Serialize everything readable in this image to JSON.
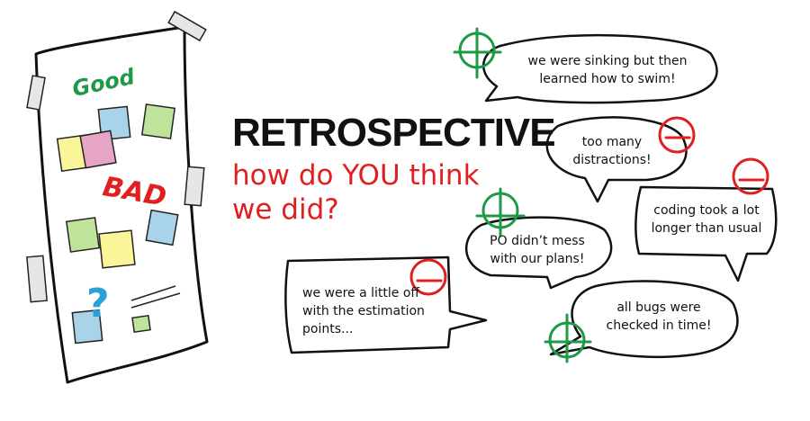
{
  "heading": {
    "title": "RETROSPECTIVE",
    "subtitle": "how do YOU think we did?"
  },
  "board": {
    "good_label": "Good",
    "bad_label": "BAD",
    "question_mark": "?"
  },
  "bubbles": [
    {
      "text": "we were sinking but then learned how to swim!",
      "sentiment": "plus"
    },
    {
      "text": "too many distractions!",
      "sentiment": "minus"
    },
    {
      "text": "coding took a lot longer than usual",
      "sentiment": "minus"
    },
    {
      "text": "PO didn’t mess with our plans!",
      "sentiment": "plus"
    },
    {
      "text": "we were a little off with the estimation points...",
      "sentiment": "minus"
    },
    {
      "text": "all bugs were checked in time!",
      "sentiment": "plus"
    }
  ],
  "colors": {
    "plus": "#1d9a45",
    "minus": "#e02020",
    "note_blue": "#a9d3e8",
    "note_green": "#bfe39a",
    "note_yellow": "#fbf59a",
    "note_pink": "#e7a5c6"
  },
  "icons": [
    "plus-icon",
    "minus-icon"
  ]
}
